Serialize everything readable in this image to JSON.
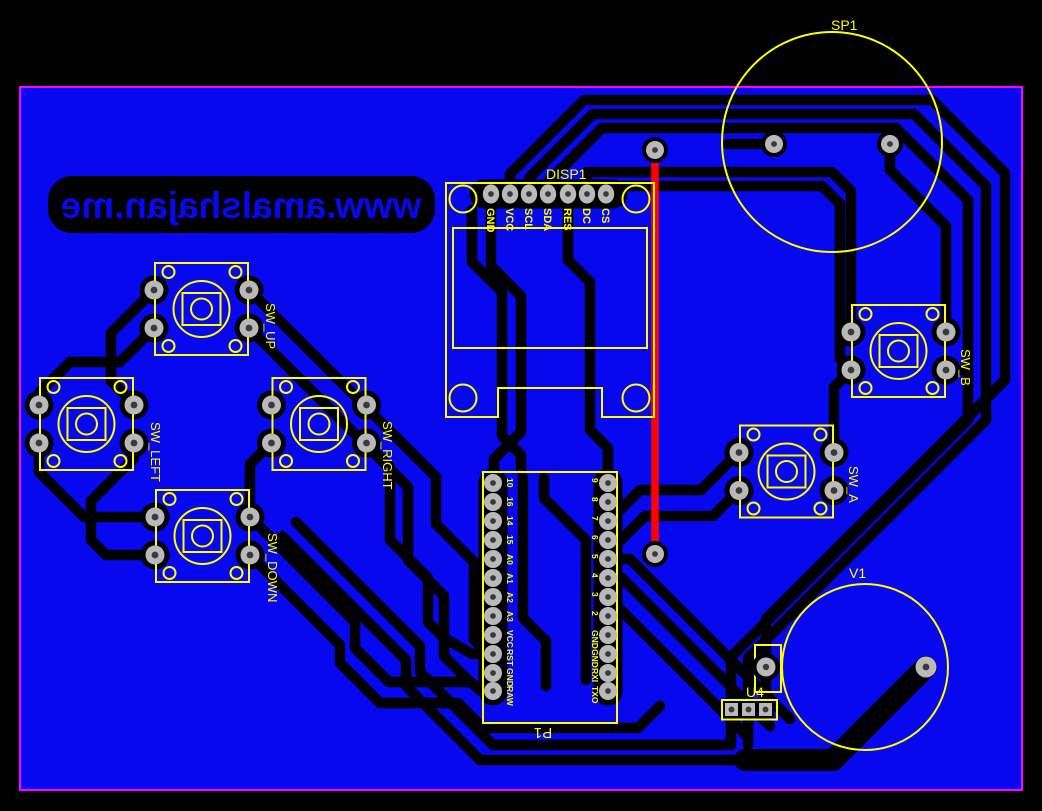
{
  "board": {
    "url_text": "www.amalshajan.me"
  },
  "colors": {
    "background": "#000000",
    "pour": "#0808f0",
    "trace": "#000000",
    "board_outline": "#ff00ff",
    "silkscreen": "#ffff00",
    "pad": "#b9b9b9",
    "pad_hole": "#3a3a3a",
    "highlight_trace": "#ff0000",
    "mirror_text": "#0808f0"
  },
  "components": {
    "sp1": {
      "label": "SP1"
    },
    "v1": {
      "label": "V1"
    },
    "u4": {
      "label": "U4"
    },
    "disp1": {
      "label": "DISP1",
      "pins": [
        "GND",
        "VCC",
        "SCL",
        "SDA",
        "RES",
        "DC",
        "CS"
      ]
    },
    "sw_up": {
      "label": "SW_UP"
    },
    "sw_left": {
      "label": "SW_LEFT"
    },
    "sw_right": {
      "label": "SW_RIGHT"
    },
    "sw_down": {
      "label": "SW_DOWN"
    },
    "sw_a": {
      "label": "SW_A"
    },
    "sw_b": {
      "label": "SW_B"
    },
    "p1": {
      "label": "P1",
      "left_pins": [
        "10",
        "16",
        "14",
        "15",
        "A0",
        "A1",
        "A2",
        "A3",
        "VCC",
        "RST",
        "GND",
        "RAW"
      ],
      "right_pins": [
        "9",
        "8",
        "7",
        "6",
        "5",
        "4",
        "3",
        "2",
        "GND",
        "GND",
        "RXI",
        "TXO"
      ]
    }
  }
}
